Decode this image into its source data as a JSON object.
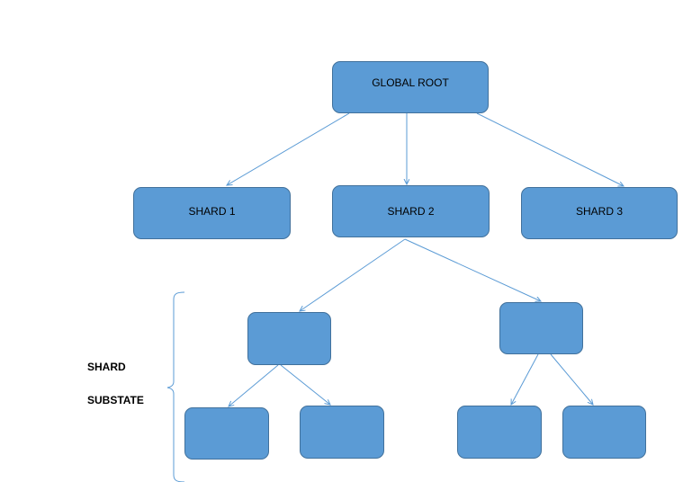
{
  "diagram": {
    "root": {
      "label": "GLOBAL ROOT"
    },
    "shards": [
      {
        "label": "SHARD 1"
      },
      {
        "label": "SHARD 2"
      },
      {
        "label": "SHARD 3"
      }
    ],
    "substate_label": {
      "line1": "SHARD",
      "line2": "SUBSTATE"
    },
    "colors": {
      "node_fill": "#5b9bd5",
      "node_border": "#41719c",
      "connector": "#5b9bd5",
      "bracket": "#5b9bd5"
    }
  }
}
